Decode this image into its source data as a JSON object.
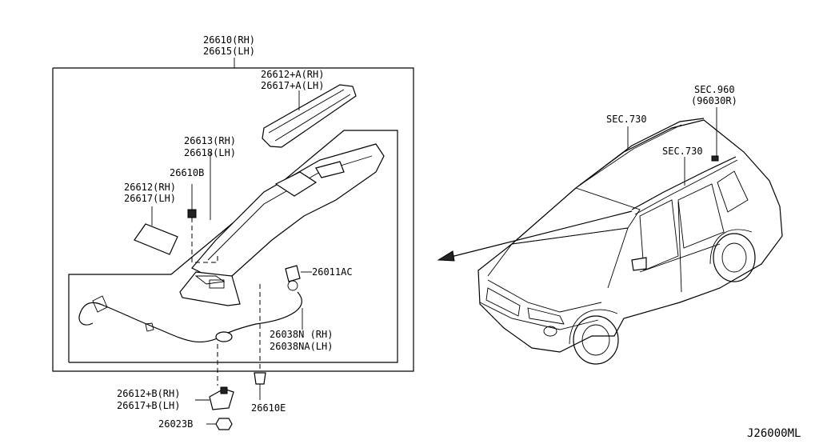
{
  "labels": {
    "lamp_assy": [
      "26610(RH)",
      "26615(LH)"
    ],
    "lens_front": [
      "26612+A(RH)",
      "26617+A(LH)"
    ],
    "housing": [
      "26613(RH)",
      "26618(LH)"
    ],
    "clip_b": "26610B",
    "lens_side": [
      "26612(RH)",
      "26617(LH)"
    ],
    "socket": "26011AC",
    "harness": [
      "26038N  (RH)",
      "26038NA(LH)"
    ],
    "lens_bottom": [
      "26612+B(RH)",
      "26617+B(LH)"
    ],
    "clip_e": "26610E",
    "nut": "26023B",
    "sec960": [
      "SEC.960",
      "(96030R)"
    ],
    "sec730_top": "SEC.730",
    "sec730_mid": "SEC.730",
    "diagram_code": "J26000ML"
  },
  "colors": {
    "line": "#000000",
    "background": "#ffffff"
  }
}
